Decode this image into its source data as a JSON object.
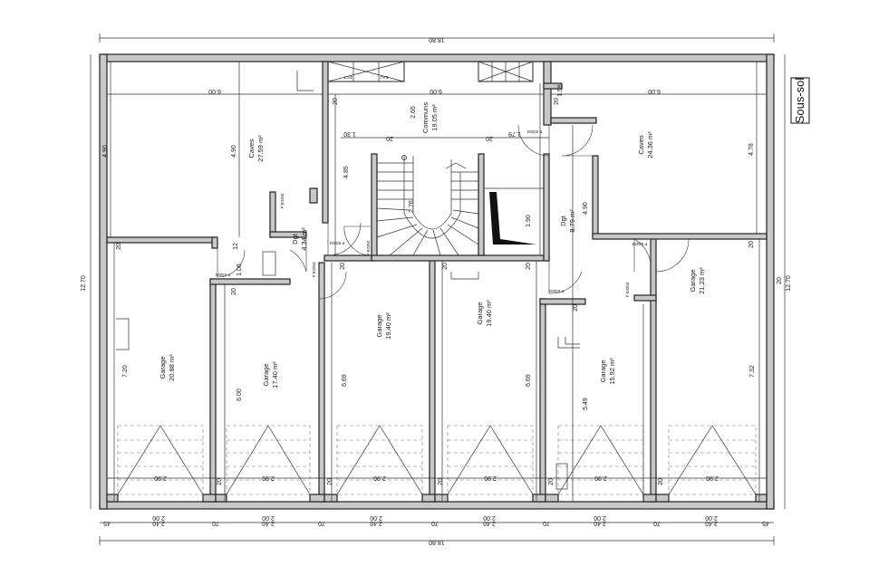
{
  "plan": {
    "title": "Sous-sol",
    "overall_width": "18.80",
    "overall_depth": "12.70"
  },
  "rooms": {
    "caves_left": {
      "name": "Caves",
      "area": "27.59 m²"
    },
    "communs": {
      "name": "Communs",
      "area": "19.05 m²"
    },
    "caves_right": {
      "name": "Caves",
      "area": "24.36 m²"
    },
    "dgt_left": {
      "name": "Dgt",
      "area": "4.34 m²"
    },
    "dgt_right": {
      "name": "Dgt",
      "area": "8.79 m²"
    },
    "garage_1": {
      "name": "Garage",
      "area": "20.88 m²"
    },
    "garage_2": {
      "name": "Garage",
      "area": "17.40 m²"
    },
    "garage_3": {
      "name": "Garage",
      "area": "19.40 m²"
    },
    "garage_4": {
      "name": "Garage",
      "area": "19.40 m²"
    },
    "garage_5": {
      "name": "Garage",
      "area": "15.92 m²"
    },
    "garage_6": {
      "name": "Garage",
      "area": "21.23 m²"
    }
  },
  "dimensions": {
    "caves_left_width": "6.00",
    "caves_left_depth": "4.90",
    "caves_left_inner": "4.90",
    "communs_width": "6.00",
    "communs_depth": "2.65",
    "communs_1": "1.30",
    "communs_2": "1.79",
    "caves_right_width": "6.00",
    "caves_right_depth": "4.78",
    "caves_right_side": "1.59",
    "stair_depth": "4.85",
    "stair_run": "2.76",
    "stair_side": "1.90",
    "dgt_right_depth": "4.90",
    "dgt_left_a": "1.06",
    "dgt_left_b": "12",
    "garage_1_depth": "7.20",
    "garage_2_depth": "6.00",
    "garage_3_depth": "6.69",
    "garage_4_depth": "6.69",
    "garage_5_depth": "5.49",
    "garage_6_depth": "7.32",
    "garage_door_width": "2.90",
    "wall_20": "20",
    "opening_200": "2.00",
    "pier_240": "2.40",
    "pier_70": "70",
    "edge_45": "45",
    "eau": "EAU",
    "egt": "EGT"
  },
  "door_tags": {
    "d1": "P 83204",
    "d2": "P 83204",
    "d3": "P 83204",
    "d4": "P 83204",
    "d5": "P 83204",
    "d6": "P 83204",
    "d7": "P 83204",
    "d8": "P 83204",
    "d9": "P 83204"
  }
}
